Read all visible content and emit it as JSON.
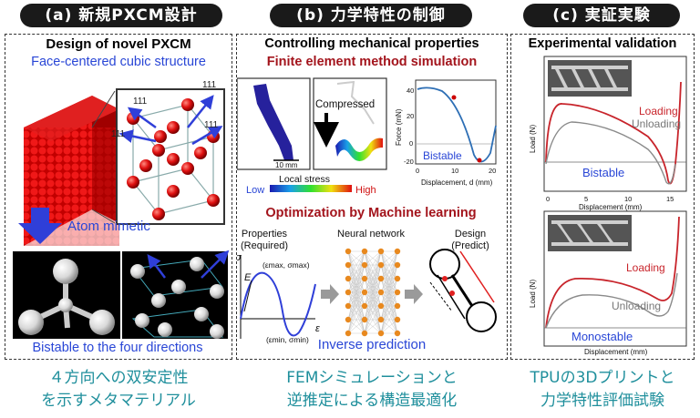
{
  "panel_a": {
    "header": "(a) 新規PXCM設計",
    "title": "Design of novel PXCM",
    "subtitle": "Face-centered cubic structure",
    "dir_labels": [
      "111",
      "111",
      "111",
      "111"
    ],
    "arrow_label": "Atom mimetic",
    "bottom_label": "Bistable to the four directions",
    "caption_line1": "４方向への双安定性",
    "caption_line2": "を示すメタマテリアル"
  },
  "panel_b": {
    "header": "(b) 力学特性の制御",
    "title": "Controlling mechanical properties",
    "fem_title": "Finite element method simulation",
    "compressed_label": "Compressed",
    "scale_label": "10 mm",
    "stress_label": "Local stress",
    "stress_low": "Low",
    "stress_high": "High",
    "plot_ylabel": "Force (mN)",
    "plot_xlabel": "Displacement, d (mm)",
    "plot_yticks": [
      "40",
      "20",
      "0",
      "-20"
    ],
    "plot_xticks": [
      "0",
      "10",
      "20"
    ],
    "plot_note": "Bistable",
    "ml_title": "Optimization by Machine learning",
    "props_label_1": "Properties",
    "props_label_2": "(Required)",
    "nn_label": "Neural network",
    "design_label_1": "Design",
    "design_label_2": "(Predict)",
    "sigma": "σ",
    "epsilon": "ε",
    "e_label": "E",
    "max_label": "(εmax, σmax)",
    "min_label": "(εmin, σmin)",
    "inverse_label": "Inverse prediction",
    "caption_line1": "FEMシミュレーションと",
    "caption_line2": "逆推定による構造最適化"
  },
  "panel_c": {
    "header": "(c) 実証実験",
    "title": "Experimental validation",
    "ylabel": "Load (N)",
    "xlabel": "Displacement (mm)",
    "xticks": [
      "0",
      "5",
      "10",
      "15"
    ],
    "top_loading": "Loading",
    "top_unloading": "Unloading",
    "top_note": "Bistable",
    "bottom_loading": "Loading",
    "bottom_unloading": "Unloading",
    "bottom_note": "Monostable",
    "caption_line1": "TPUの3Dプリントと",
    "caption_line2": "力学特性評価試験"
  },
  "colors": {
    "red_text": "#a3141c",
    "blue_text": "#2946d6",
    "teal_caption": "#1f8f9c",
    "loading_curve": "#c8242b",
    "unloading_curve": "#8a8a8a"
  }
}
